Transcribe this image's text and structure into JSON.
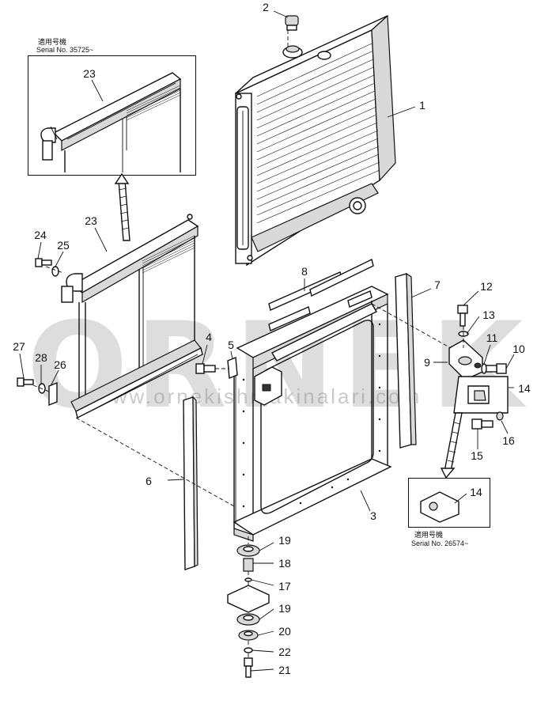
{
  "watermark": {
    "brand": "ORNEK",
    "url": "www.ornekishmakinalari.com"
  },
  "insets": [
    {
      "id": "radiator-serial-inset",
      "title_jp": "適用号機",
      "serial": "Serial No. 35725~"
    },
    {
      "id": "bracket-serial-inset",
      "title_jp": "適用号機",
      "serial": "Serial No. 26574~"
    }
  ],
  "callouts": [
    {
      "id": "1",
      "label": "1"
    },
    {
      "id": "2",
      "label": "2"
    },
    {
      "id": "3",
      "label": "3"
    },
    {
      "id": "4",
      "label": "4"
    },
    {
      "id": "5",
      "label": "5"
    },
    {
      "id": "6",
      "label": "6"
    },
    {
      "id": "7",
      "label": "7"
    },
    {
      "id": "8",
      "label": "8"
    },
    {
      "id": "9",
      "label": "9"
    },
    {
      "id": "10",
      "label": "10"
    },
    {
      "id": "11",
      "label": "11"
    },
    {
      "id": "12",
      "label": "12"
    },
    {
      "id": "13",
      "label": "13"
    },
    {
      "id": "14a",
      "label": "14"
    },
    {
      "id": "14b",
      "label": "14"
    },
    {
      "id": "15",
      "label": "15"
    },
    {
      "id": "16",
      "label": "16"
    },
    {
      "id": "17",
      "label": "17"
    },
    {
      "id": "18",
      "label": "18"
    },
    {
      "id": "19a",
      "label": "19"
    },
    {
      "id": "19b",
      "label": "19"
    },
    {
      "id": "20",
      "label": "20"
    },
    {
      "id": "21",
      "label": "21"
    },
    {
      "id": "22",
      "label": "22"
    },
    {
      "id": "23a",
      "label": "23"
    },
    {
      "id": "23b",
      "label": "23"
    },
    {
      "id": "24",
      "label": "24"
    },
    {
      "id": "25",
      "label": "25"
    },
    {
      "id": "26",
      "label": "26"
    },
    {
      "id": "27",
      "label": "27"
    },
    {
      "id": "28",
      "label": "28"
    }
  ]
}
